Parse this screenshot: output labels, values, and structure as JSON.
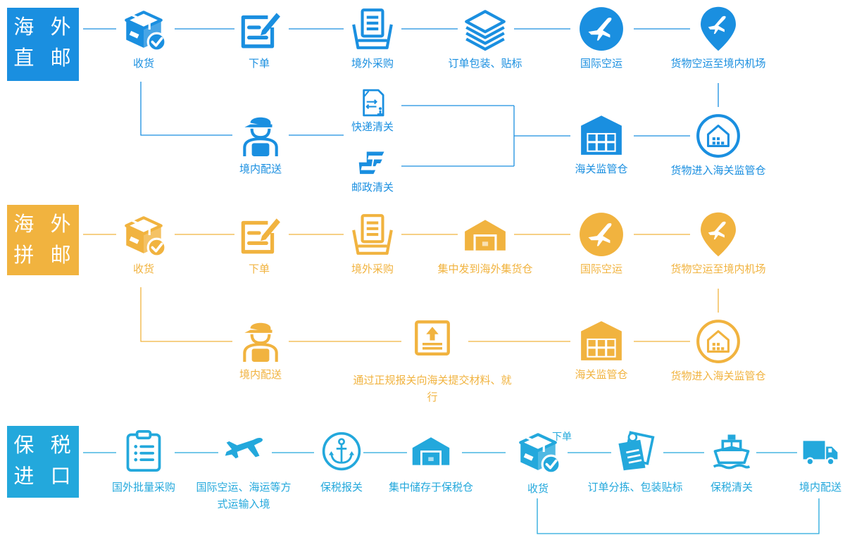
{
  "colors": {
    "blue": "#1a8fe0",
    "orange": "#f1b33f",
    "cyan": "#23a8dc"
  },
  "sections": {
    "direct": {
      "title_line1": "海 外",
      "title_line2": "直 邮",
      "nodes": {
        "receive": "收货",
        "order": "下单",
        "purchase": "境外采购",
        "pack": "订单包装、贴标",
        "air": "国际空运",
        "airport": "货物空运至境内机场",
        "express": "快递清关",
        "post": "邮政清关",
        "delivery": "境内配送",
        "warehouse": "海关监管仓",
        "enter": "货物进入海关监管仓"
      }
    },
    "group": {
      "title_line1": "海 外",
      "title_line2": "拼 邮",
      "nodes": {
        "receive": "收货",
        "order": "下单",
        "purchase": "境外采购",
        "consolidate": "集中发到海外集货仓",
        "air": "国际空运",
        "airport": "货物空运至境内机场",
        "delivery": "境内配送",
        "declare": "通过正规报关向海关提交材料、就行",
        "warehouse": "海关监管仓",
        "enter": "货物进入海关监管仓"
      }
    },
    "bonded": {
      "title_line1": "保 税",
      "title_line2": "进 口",
      "extra_order": "下单",
      "nodes": {
        "bulk": "国外批量采购",
        "transport": "国际空运、海运等方式运输入境",
        "bonded_declare": "保税报关",
        "store": "集中储存于保税仓",
        "receive": "收货",
        "sort": "订单分拣、包装贴标",
        "clear": "保税清关",
        "delivery": "境内配送"
      }
    }
  },
  "icons": {
    "box": "box-check-icon",
    "order": "edit-form-icon",
    "basket": "basket-icon",
    "layers": "layers-icon",
    "plane_circle": "plane-circle-icon",
    "pin": "map-pin-plane-icon",
    "courier": "courier-person-icon",
    "express": "express-clearance-icon",
    "post": "china-post-icon",
    "warehouse": "warehouse-building-icon",
    "house": "house-circle-icon",
    "garage": "garage-icon",
    "upload": "upload-document-icon",
    "clipboard": "clipboard-list-icon",
    "plane": "airplane-icon",
    "anchor": "anchor-circle-icon",
    "sort": "sorting-icon",
    "ship": "ship-icon",
    "truck": "truck-icon"
  }
}
